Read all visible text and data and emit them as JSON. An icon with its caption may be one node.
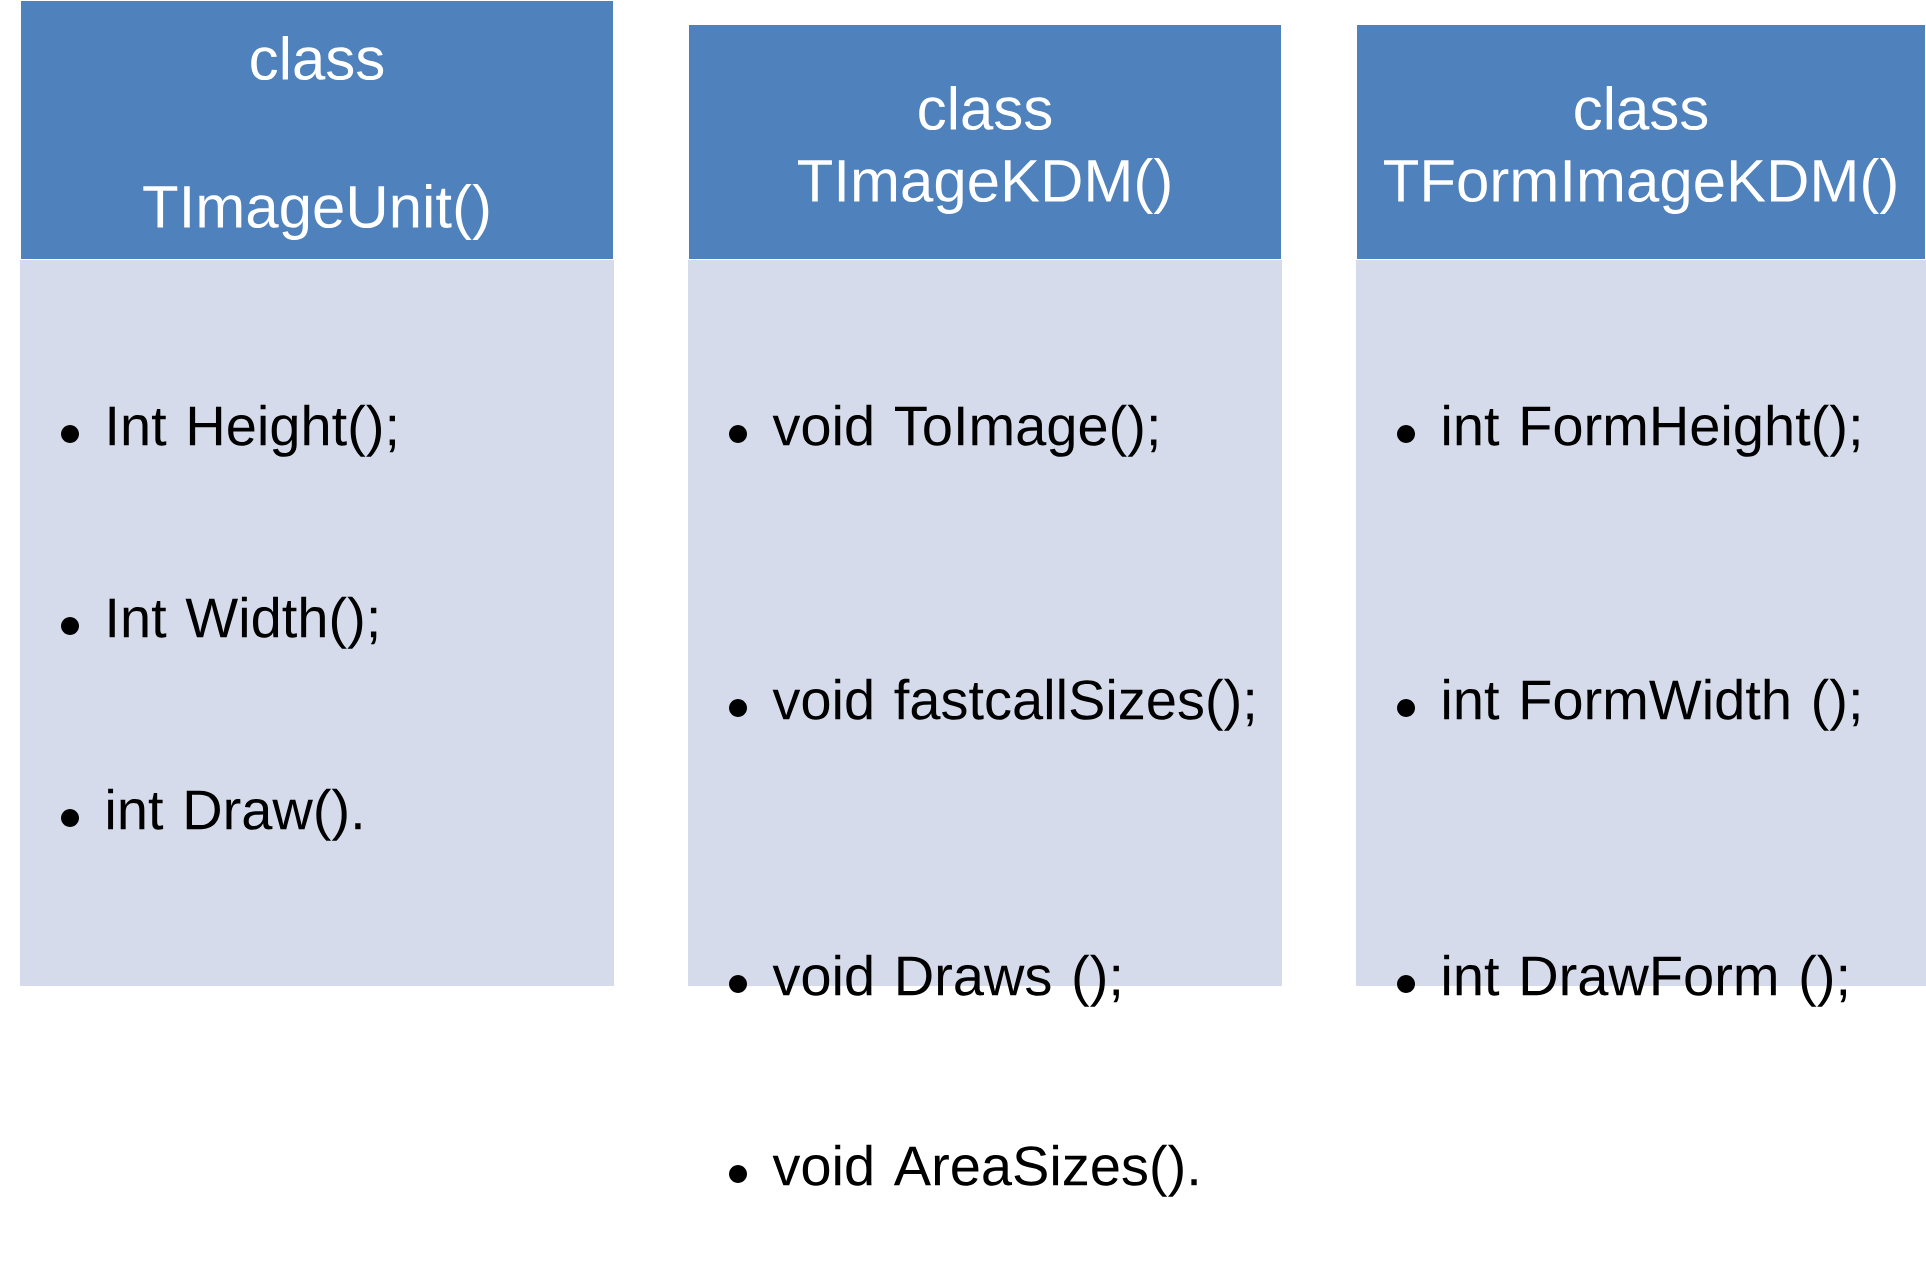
{
  "diagram": {
    "nodes": [
      {
        "text": [
          "class TImageUnit()"
        ]
      },
      {
        "text": [
          "Int Height();",
          "Int Width();",
          "int Draw()."
        ]
      },
      {
        "text": [
          "class TImageKDM()"
        ]
      },
      {
        "text": [
          "void ToImage();",
          "void fastcallSizes();",
          "void Draws ();",
          "void AreaSizes()."
        ]
      },
      {
        "text": [
          "class TFormImageKDM()"
        ]
      },
      {
        "text": [
          "int FormHeight();",
          "int FormWidth ();",
          "int DrawForm ();"
        ]
      }
    ],
    "edges": []
  }
}
